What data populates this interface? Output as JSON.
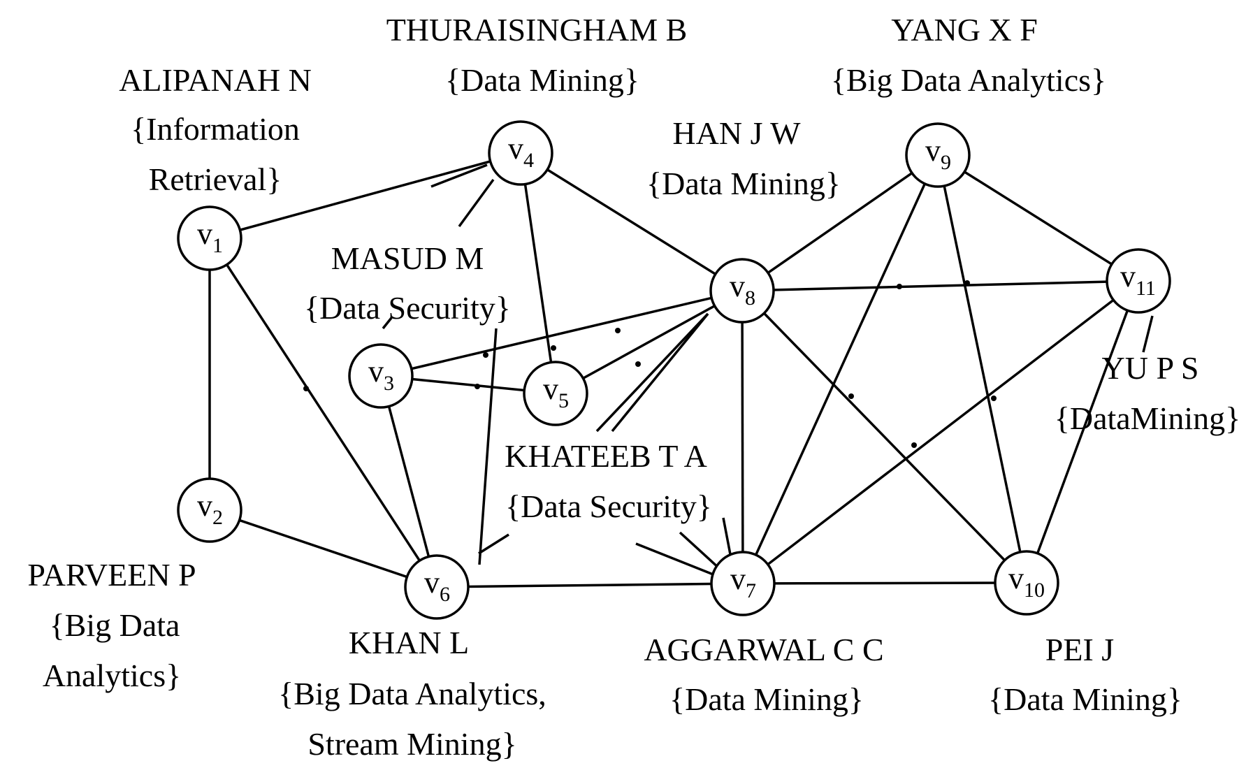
{
  "nodes": [
    {
      "id": "v1",
      "base": "v",
      "sub": "1"
    },
    {
      "id": "v2",
      "base": "v",
      "sub": "2"
    },
    {
      "id": "v3",
      "base": "v",
      "sub": "3"
    },
    {
      "id": "v4",
      "base": "v",
      "sub": "4"
    },
    {
      "id": "v5",
      "base": "v",
      "sub": "5"
    },
    {
      "id": "v6",
      "base": "v",
      "sub": "6"
    },
    {
      "id": "v7",
      "base": "v",
      "sub": "7"
    },
    {
      "id": "v8",
      "base": "v",
      "sub": "8"
    },
    {
      "id": "v9",
      "base": "v",
      "sub": "9"
    },
    {
      "id": "v10",
      "base": "v",
      "sub": "10"
    },
    {
      "id": "v11",
      "base": "v",
      "sub": "11"
    }
  ],
  "edges": [
    [
      "v1",
      "v2"
    ],
    [
      "v1",
      "v4"
    ],
    [
      "v1",
      "v6"
    ],
    [
      "v2",
      "v6"
    ],
    [
      "v3",
      "v6"
    ],
    [
      "v3",
      "v5"
    ],
    [
      "v3",
      "v8"
    ],
    [
      "v4",
      "v5"
    ],
    [
      "v4",
      "v8"
    ],
    [
      "v5",
      "v8"
    ],
    [
      "v6",
      "v7"
    ],
    [
      "v7",
      "v8"
    ],
    [
      "v7",
      "v9"
    ],
    [
      "v7",
      "v10"
    ],
    [
      "v7",
      "v11"
    ],
    [
      "v8",
      "v9"
    ],
    [
      "v8",
      "v10"
    ],
    [
      "v8",
      "v11"
    ],
    [
      "v9",
      "v10"
    ],
    [
      "v9",
      "v11"
    ],
    [
      "v10",
      "v11"
    ]
  ],
  "annotations": [
    {
      "key": "alipanah",
      "lines": [
        "ALIPANAH N",
        "{Information",
        "Retrieval}"
      ]
    },
    {
      "key": "thuraisingham",
      "lines": [
        "THURAISINGHAM B",
        "{Data Mining}"
      ]
    },
    {
      "key": "yang",
      "lines": [
        "YANG X F",
        "{Big Data Analytics}"
      ]
    },
    {
      "key": "han",
      "lines": [
        "HAN J W",
        "{Data Mining}"
      ]
    },
    {
      "key": "masud",
      "lines": [
        "MASUD M",
        "{Data Security}"
      ]
    },
    {
      "key": "yu",
      "lines": [
        "YU P S",
        "{DataMining}"
      ]
    },
    {
      "key": "khateeb",
      "lines": [
        "KHATEEB T A",
        "{Data Security}"
      ]
    },
    {
      "key": "parveen",
      "lines": [
        "PARVEEN P",
        "{Big Data",
        "Analytics}"
      ]
    },
    {
      "key": "khan",
      "lines": [
        "KHAN L",
        "{Big Data Analytics,",
        "Stream Mining}"
      ]
    },
    {
      "key": "aggarwal",
      "lines": [
        "AGGARWAL C C",
        "{Data Mining}"
      ]
    },
    {
      "key": "pei",
      "lines": [
        "PEI J",
        "{Data Mining}"
      ]
    }
  ]
}
